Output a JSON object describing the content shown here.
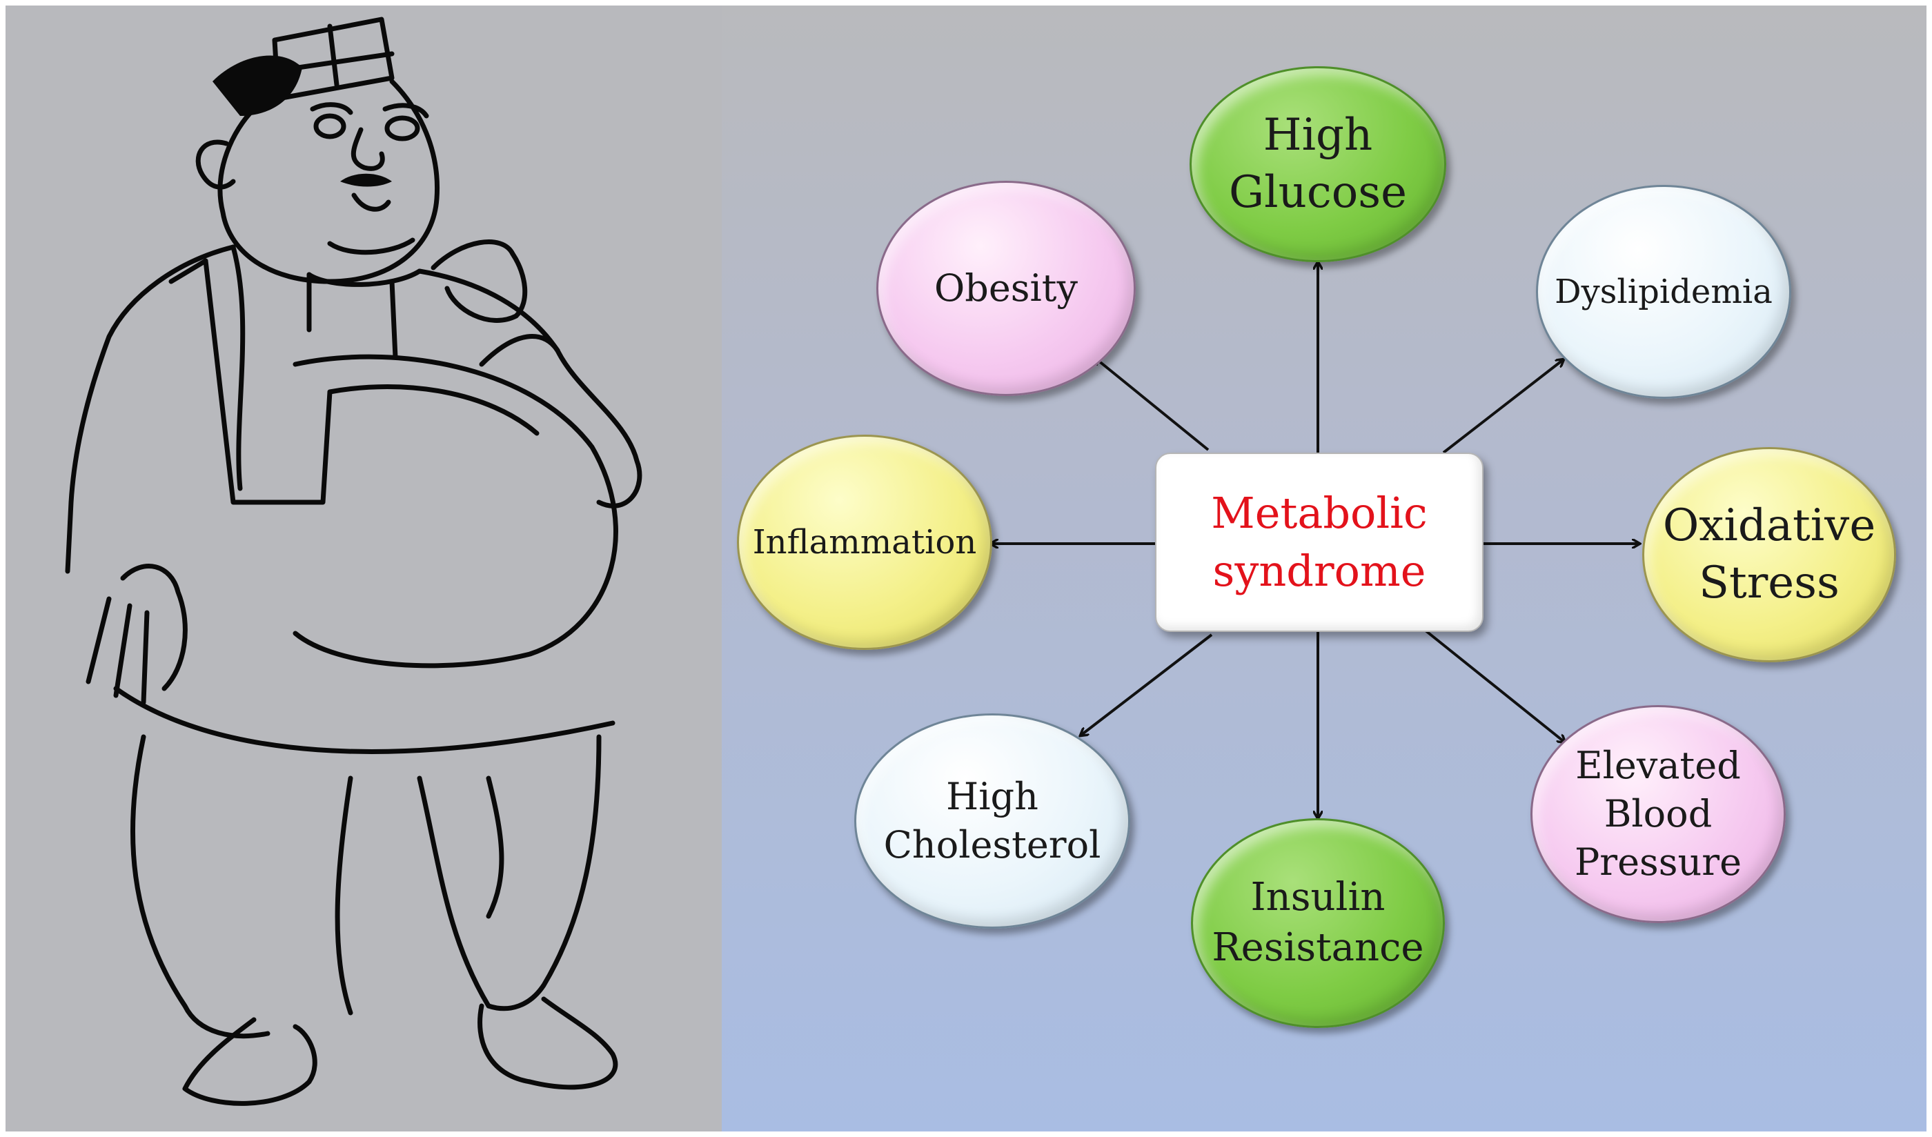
{
  "diagram": {
    "center": {
      "label": "Metabolic\nsyndrome",
      "color": "#e3121b"
    },
    "nodes": [
      {
        "id": "high-glucose",
        "label": "High\nGlucose",
        "color": "green"
      },
      {
        "id": "dyslipidemia",
        "label": "Dyslipidemia",
        "color": "light-blue"
      },
      {
        "id": "oxidative-stress",
        "label": "Oxidative\nStress",
        "color": "yellow"
      },
      {
        "id": "elevated-blood-pressure",
        "label": "Elevated\nBlood\nPressure",
        "color": "pink"
      },
      {
        "id": "insulin-resistance",
        "label": "Insulin\nResistance",
        "color": "green"
      },
      {
        "id": "high-cholesterol",
        "label": "High\nCholesterol",
        "color": "light-blue"
      },
      {
        "id": "inflammation",
        "label": "Inflammation",
        "color": "yellow"
      },
      {
        "id": "obesity",
        "label": "Obesity",
        "color": "pink"
      }
    ],
    "edges": [
      {
        "from": "center",
        "to": "high-glucose"
      },
      {
        "from": "center",
        "to": "dyslipidemia"
      },
      {
        "from": "center",
        "to": "oxidative-stress"
      },
      {
        "from": "center",
        "to": "elevated-blood-pressure"
      },
      {
        "from": "center",
        "to": "insulin-resistance"
      },
      {
        "from": "center",
        "to": "high-cholesterol"
      },
      {
        "from": "center",
        "to": "inflammation"
      },
      {
        "from": "center",
        "to": "obesity"
      }
    ]
  },
  "illustration": {
    "icon": "obese-man-sketch-icon"
  }
}
